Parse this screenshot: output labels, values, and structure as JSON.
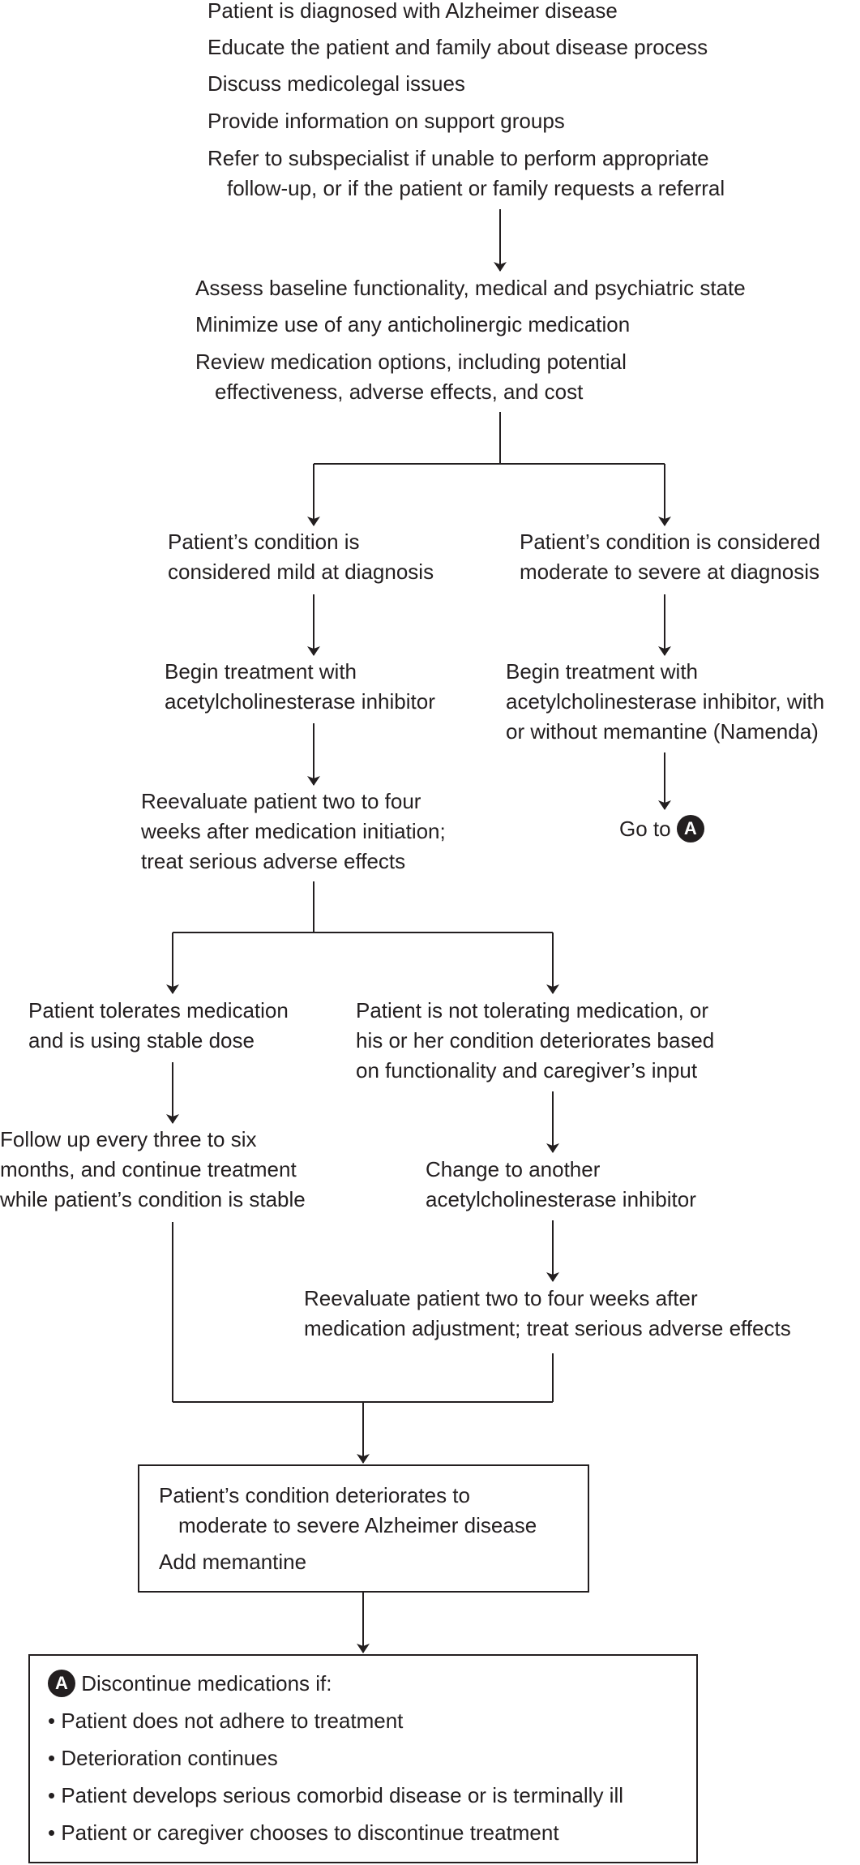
{
  "block1": {
    "line1": "Patient is diagnosed with Alzheimer disease",
    "line2": "Educate the patient and family about disease process",
    "line3": "Discuss medicolegal issues",
    "line4": "Provide information on support groups",
    "line5a": "Refer to subspecialist if unable to perform appropriate",
    "line5b": "follow-up, or if the patient or family requests a referral"
  },
  "block2": {
    "line1": "Assess baseline functionality, medical and psychiatric state",
    "line2": "Minimize use of any anticholinergic medication",
    "line3a": "Review medication options, including potential",
    "line3b": "effectiveness, adverse effects, and cost"
  },
  "mild": {
    "condition_a": "Patient’s condition is",
    "condition_b": "considered mild at diagnosis",
    "treat_a": "Begin treatment with",
    "treat_b": "acetylcholinesterase inhibitor",
    "reeval_a": "Reevaluate patient two to four",
    "reeval_b": "weeks after medication initiation;",
    "reeval_c": "treat serious adverse effects"
  },
  "severe": {
    "condition_a": "Patient’s condition is considered",
    "condition_b": "moderate to severe at diagnosis",
    "treat_a": "Begin treatment with",
    "treat_b": "acetylcholinesterase inhibitor, with",
    "treat_c": "or without memantine (Namenda)",
    "goto": "Go to",
    "goto_marker": "A"
  },
  "tolerates": {
    "a": "Patient tolerates medication",
    "b": "and is using stable dose",
    "follow_a": "Follow up every three to six",
    "follow_b": "months, and continue treatment",
    "follow_c": "while patient’s condition is stable"
  },
  "not_tolerating": {
    "a": "Patient is not tolerating medication, or",
    "b": "his or her condition deteriorates based",
    "c": "on functionality and caregiver’s input",
    "change_a": "Change to another",
    "change_b": "acetylcholinesterase inhibitor",
    "reeval_a": "Reevaluate patient two to four weeks after",
    "reeval_b": "medication adjustment; treat serious adverse effects"
  },
  "deteriorates_box": {
    "line1a": "Patient’s condition deteriorates to",
    "line1b": "moderate to severe Alzheimer disease",
    "line2": "Add memantine"
  },
  "discontinue_box": {
    "marker": "A",
    "title": "Discontinue medications if:",
    "items": [
      "Patient does not adhere to treatment",
      "Deterioration continues",
      "Patient develops serious comorbid disease or is terminally ill",
      "Patient or caregiver chooses to discontinue treatment"
    ],
    "bullet": "•"
  }
}
